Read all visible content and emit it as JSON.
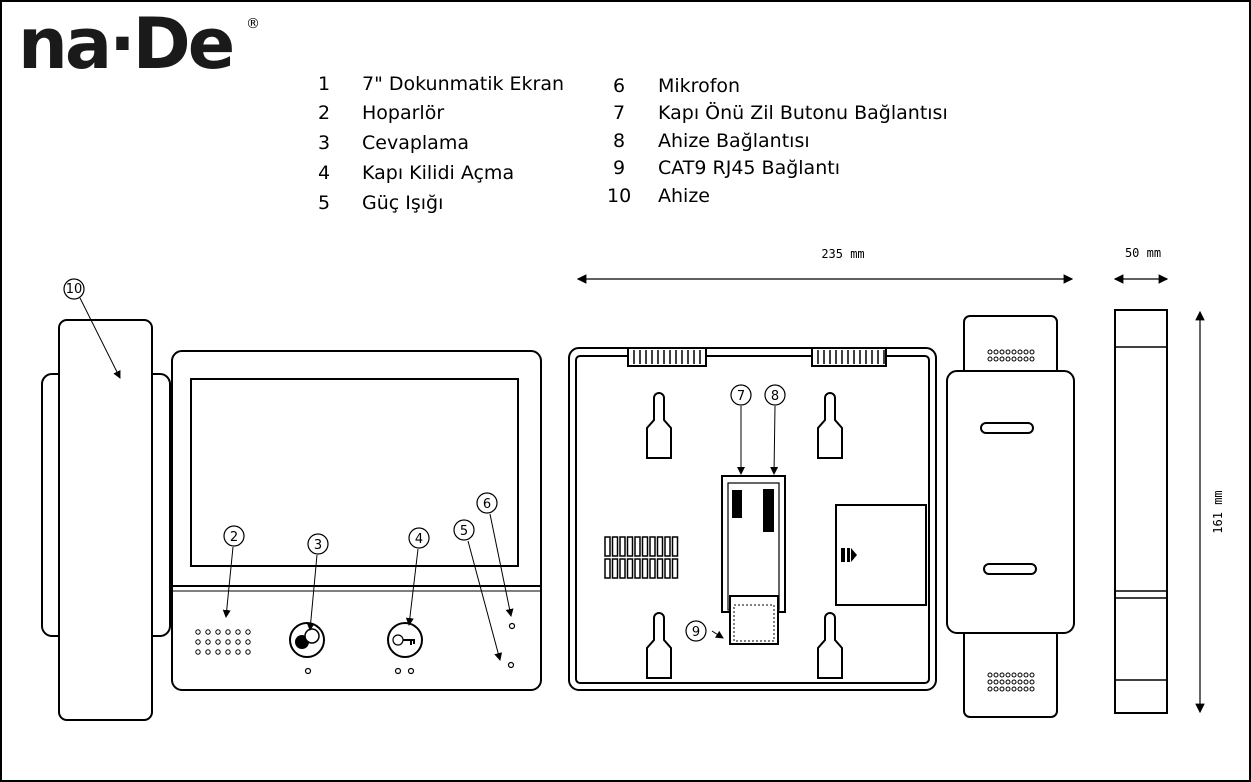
{
  "logo": {
    "text": "na·De",
    "registered": "®"
  },
  "legend": [
    {
      "num": "1",
      "label": "7\" Dokunmatik Ekran"
    },
    {
      "num": "2",
      "label": "Hoparlör"
    },
    {
      "num": "3",
      "label": "Cevaplama"
    },
    {
      "num": "4",
      "label": "Kapı Kilidi Açma"
    },
    {
      "num": "5",
      "label": "Güç Işığı"
    },
    {
      "num": "6",
      "label": "Mikrofon"
    },
    {
      "num": "7",
      "label": "Kapı Önü Zil Butonu Bağlantısı"
    },
    {
      "num": "8",
      "label": "Ahize Bağlantısı"
    },
    {
      "num": "9",
      "label": "CAT9 RJ45 Bağlantı"
    },
    {
      "num": "10",
      "label": "Ahize"
    }
  ],
  "dimensions": {
    "width": "235 mm",
    "depth": "50 mm",
    "height": "161 mm"
  },
  "callouts": {
    "c2": "2",
    "c3": "3",
    "c4": "4",
    "c5": "5",
    "c6": "6",
    "c7": "7",
    "c8": "8",
    "c9": "9",
    "c10": "10"
  }
}
